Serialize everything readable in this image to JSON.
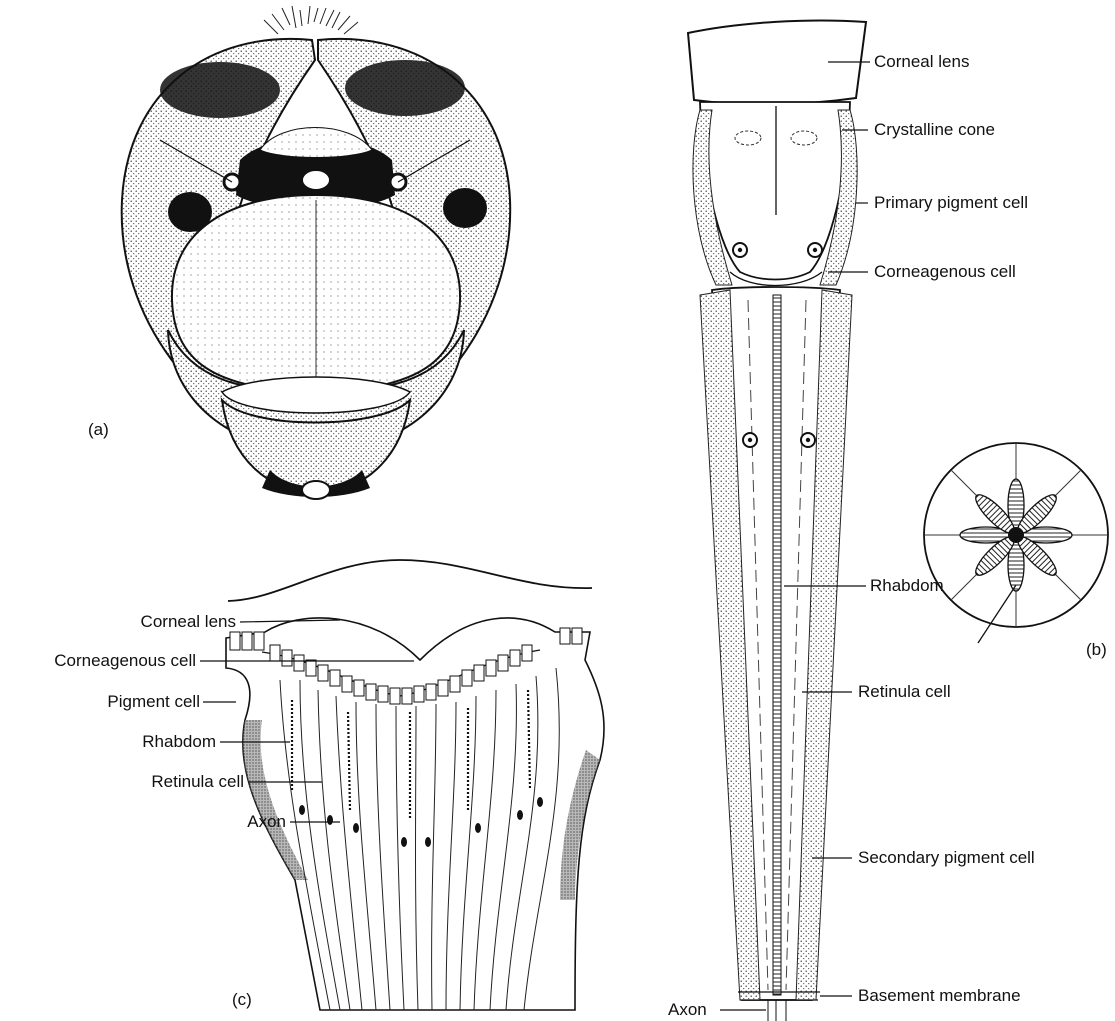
{
  "figure": {
    "panel_a": {
      "tag": "(a)"
    },
    "panel_b": {
      "tag": "(b)",
      "labels": {
        "corneal_lens": "Corneal lens",
        "crystalline_cone": "Crystalline cone",
        "primary_pigment_cell": "Primary pigment cell",
        "corneagenous_cell": "Corneagenous cell",
        "rhabdom": "Rhabdom",
        "retinula_cell": "Retinula cell",
        "secondary_pigment_cell": "Secondary pigment cell",
        "basement_membrane": "Basement membrane",
        "axon": "Axon"
      }
    },
    "panel_c": {
      "tag": "(c)",
      "labels": {
        "corneal_lens": "Corneal lens",
        "corneagenous_cell": "Corneagenous cell",
        "pigment_cell": "Pigment cell",
        "rhabdom": "Rhabdom",
        "retinula_cell": "Retinula cell",
        "axon": "Axon"
      }
    }
  }
}
